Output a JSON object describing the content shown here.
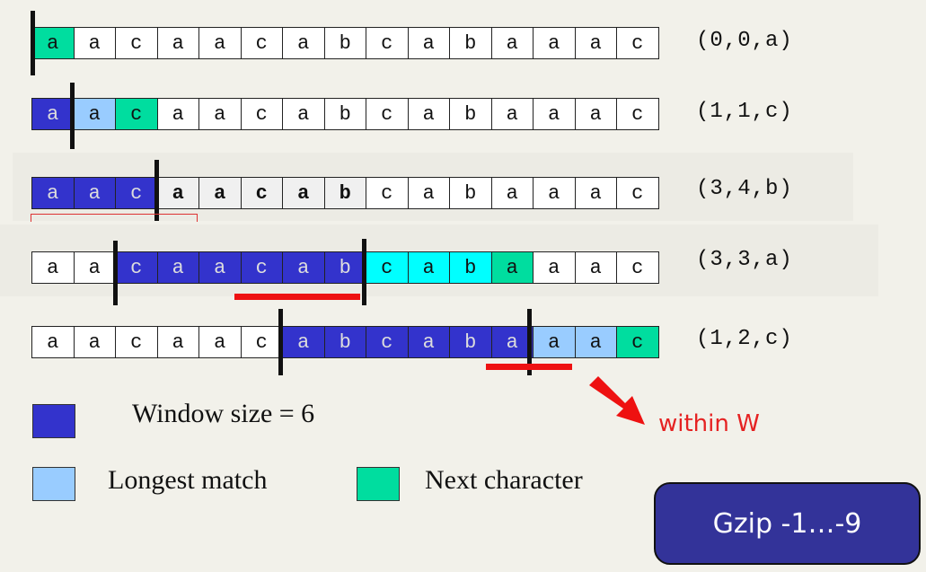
{
  "rows": [
    {
      "chars": [
        "a",
        "a",
        "c",
        "a",
        "a",
        "c",
        "a",
        "b",
        "c",
        "a",
        "b",
        "a",
        "a",
        "a",
        "c"
      ],
      "styles": [
        "n",
        "",
        "",
        "",
        "",
        "",
        "",
        "",
        "",
        "",
        "",
        "",
        "",
        "",
        ""
      ],
      "triple": "(0,0,a)"
    },
    {
      "chars": [
        "a",
        "a",
        "c",
        "a",
        "a",
        "c",
        "a",
        "b",
        "c",
        "a",
        "b",
        "a",
        "a",
        "a",
        "c"
      ],
      "styles": [
        "w",
        "l",
        "n",
        "",
        "",
        "",
        "",
        "",
        "",
        "",
        "",
        "",
        "",
        "",
        ""
      ],
      "triple": "(1,1,c)"
    },
    {
      "chars": [
        "a",
        "a",
        "c",
        "a",
        "a",
        "c",
        "a",
        "b",
        "c",
        "a",
        "b",
        "a",
        "a",
        "a",
        "c"
      ],
      "styles": [
        "w",
        "w",
        "w",
        "g",
        "g",
        "g",
        "g",
        "g",
        "",
        "",
        "",
        "",
        "",
        "",
        ""
      ],
      "triple": "(3,4,b)"
    },
    {
      "chars": [
        "a",
        "a",
        "c",
        "a",
        "a",
        "c",
        "a",
        "b",
        "c",
        "a",
        "b",
        "a",
        "a",
        "a",
        "c"
      ],
      "styles": [
        "",
        "",
        "w",
        "w",
        "w",
        "w",
        "w",
        "w",
        "c",
        "c",
        "c",
        "n",
        "",
        "",
        ""
      ],
      "triple": "(3,3,a)"
    },
    {
      "chars": [
        "a",
        "a",
        "c",
        "a",
        "a",
        "c",
        "a",
        "b",
        "c",
        "a",
        "b",
        "a",
        "a",
        "a",
        "c"
      ],
      "styles": [
        "",
        "",
        "",
        "",
        "",
        "",
        "w",
        "w",
        "w",
        "w",
        "w",
        "w",
        "l",
        "l",
        "n"
      ],
      "triple": "(1,2,c)"
    }
  ],
  "legend": {
    "window": "Window size = 6",
    "longest": "Longest match",
    "next": "Next character"
  },
  "colors": {
    "window": "#3333cc",
    "longest_match": "#99ccff",
    "next_char": "#00dd9f",
    "copy": "#00ffff",
    "arrow": "#ee1111"
  },
  "annotation": "within W",
  "button": {
    "label": "Gzip -1…-9"
  },
  "icons": {
    "arrow": "red-arrow-icon"
  }
}
